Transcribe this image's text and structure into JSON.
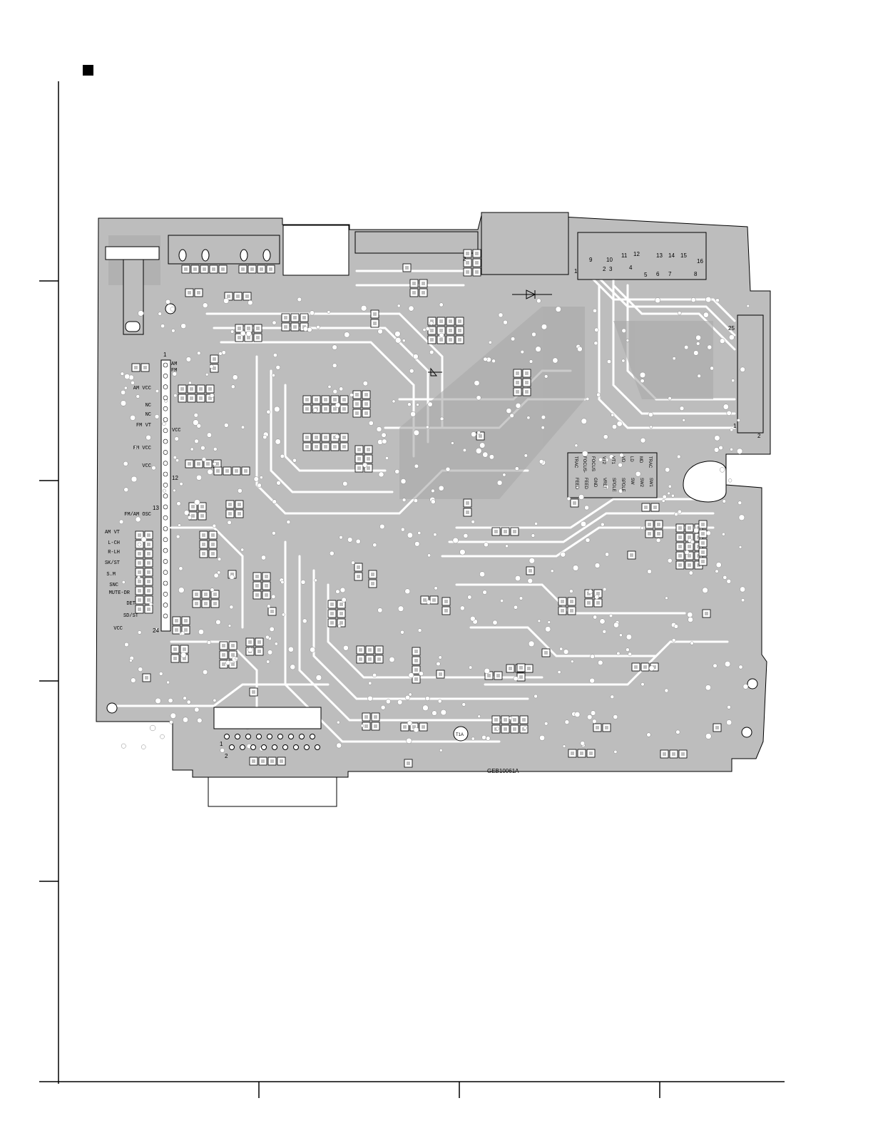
{
  "page": {
    "marker": "square-bullet"
  },
  "board": {
    "code": "GEB10061A",
    "component_label": "T1A",
    "tuner_pins": {
      "top_number": "1",
      "mid_top": "12",
      "mid_bottom": "13",
      "bottom_number": "24"
    },
    "tuner_pin_labels": [
      "AM",
      "FM",
      "AM VCC",
      "NC",
      "NC",
      "FM VT",
      "VCC",
      "FM VCC",
      "VCC",
      "FM/AM OSC",
      "AM VT",
      "L-CH",
      "R-LH",
      "SK/ST",
      "S.M",
      "SNC",
      "MUTE-DR",
      "DET",
      "SD/ST",
      "VCC"
    ],
    "connector_numbers_top": [
      "9",
      "10",
      "11",
      "12",
      "13",
      "14",
      "15",
      "16"
    ],
    "connector_numbers_bottom": [
      "1",
      "2",
      "3",
      "4",
      "5",
      "6",
      "7",
      "8"
    ],
    "right_connector": {
      "top": "25",
      "bottom_left": "1",
      "bottom_right": "2"
    },
    "pickup_labels": [
      "TRAC",
      "FOCUS-",
      "FOCUS",
      "VT2",
      "VT1",
      "VD",
      "LD",
      "MD",
      "TRAC",
      "FEED",
      "FEED",
      "GND",
      "VREF",
      "SPDLE",
      "SPDLE",
      "SW",
      "SW2",
      "SW1"
    ],
    "bottom_connector": {
      "pin1": "1",
      "pin2": "2"
    },
    "small_label": "2"
  },
  "colors": {
    "copper": "#bdbdbd",
    "trace": "#ffffff",
    "outline": "#000000"
  }
}
